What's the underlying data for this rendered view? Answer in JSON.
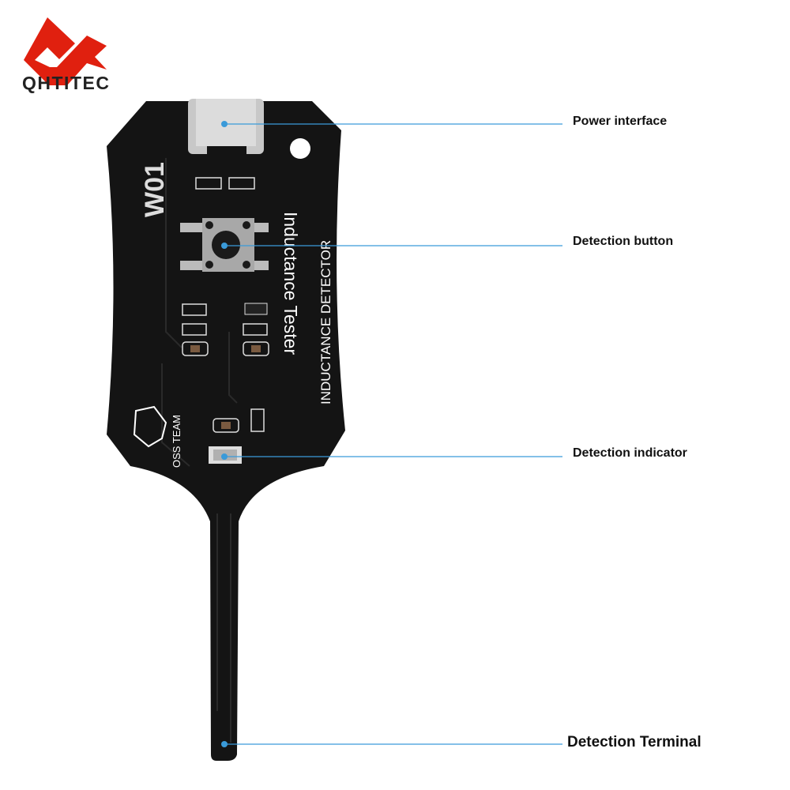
{
  "brand": {
    "name": "QHTITEC",
    "color": "#e0200f"
  },
  "product": {
    "model": "W01",
    "title": "Inductance Tester",
    "subtitle": "INDUCTANCE DETECTOR",
    "team": "OSS TEAM"
  },
  "callouts": [
    {
      "label": "Power interface"
    },
    {
      "label": "Detection button"
    },
    {
      "label": "Detection indicator"
    },
    {
      "label": "Detection Terminal"
    }
  ],
  "colors": {
    "board": "#141414",
    "callout_line": "#3a9ad9"
  }
}
